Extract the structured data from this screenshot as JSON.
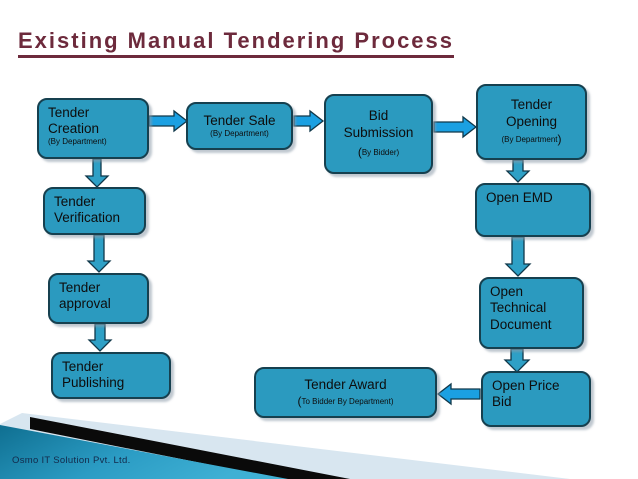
{
  "slide": {
    "title": "Existing Manual Tendering Process",
    "footer": "Osmo IT Solution Pvt. Ltd."
  },
  "colors": {
    "title_maroon": "#6D2A3C",
    "node_fill": "#2B9ABF",
    "node_border": "#16404F",
    "horizontal_arrow_blue": "#1BA0E2",
    "vertical_arrow_teal": "#2EA0C6",
    "decoration_pale_blue": "#D8E6F0",
    "decoration_black": "#0A0A0A",
    "decoration_teal_dark": "#0F6F91",
    "decoration_teal_light": "#3FB0D4",
    "footer_navy": "#13294A"
  },
  "nodes": {
    "tender_creation": {
      "label": "Tender\nCreation",
      "sub": {
        "body": "(By Department)"
      }
    },
    "tender_sale": {
      "label": "Tender Sale",
      "sub": {
        "body": "(By Department)"
      }
    },
    "bid_submission": {
      "label": "Bid\nSubmission",
      "sub": {
        "big_open": "(",
        "body": "By Bidder)"
      }
    },
    "tender_opening": {
      "label": "Tender\nOpening",
      "sub": {
        "body": "(By Department",
        "big_close": ")"
      }
    },
    "open_emd": {
      "label": "Open EMD"
    },
    "open_technical": {
      "label": "Open\nTechnical\nDocument"
    },
    "open_price_bid": {
      "label": "Open Price\nBid"
    },
    "tender_award": {
      "label": "Tender Award",
      "sub": {
        "big_open": "(",
        "body": "To Bidder By Department)"
      }
    },
    "tender_verification": {
      "label": "Tender\nVerification"
    },
    "tender_approval": {
      "label": "Tender\napproval"
    },
    "tender_publishing": {
      "label": "Tender\nPublishing"
    }
  }
}
